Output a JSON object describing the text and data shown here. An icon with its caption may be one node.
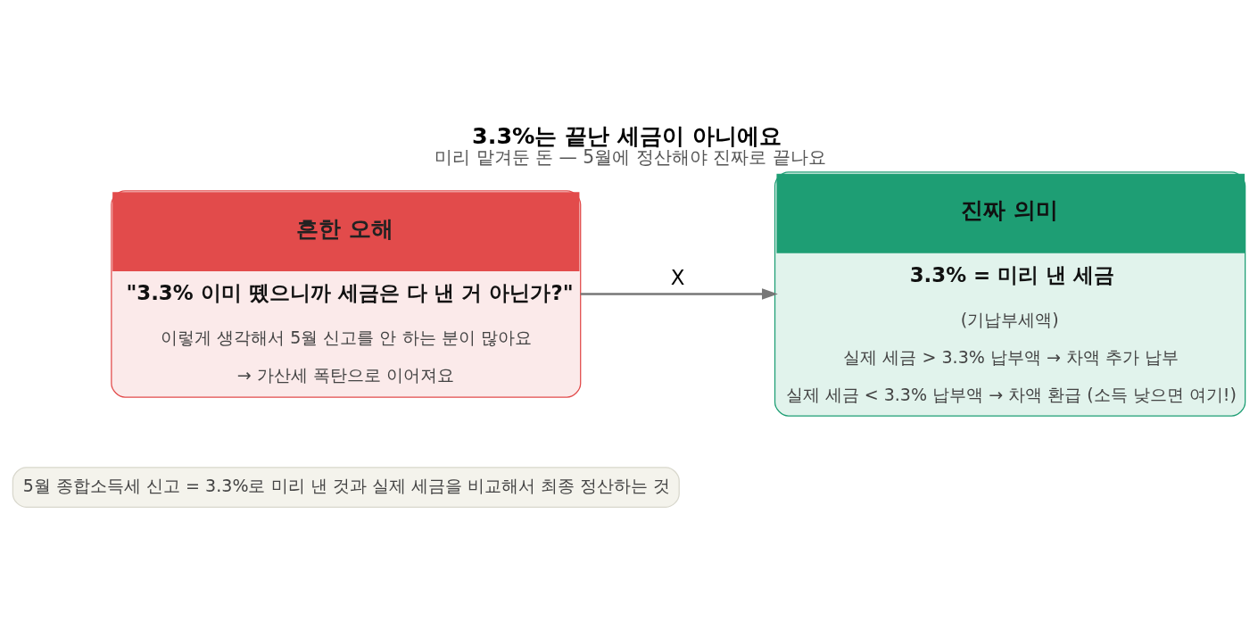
{
  "diagram": {
    "title": "3.3%는 끝난 세금이 아니에요",
    "caption": "미리 맡겨둔 돈 — 5월에 정산해야 진짜로 끝나요",
    "nodes": [
      {
        "text": [
          "흔한 오해",
          "\"3.3% 이미 뗐으니까 세금은 다 낸 거 아닌가?\"",
          "이렇게 생각해서 5월 신고를 안 하는 분이 많아요",
          "→ 가산세 폭탄으로 이어져요"
        ]
      },
      {
        "text": [
          "진짜 의미",
          "3.3% = 미리 낸 세금",
          "(기납부세액)",
          "실제 세금 > 3.3% 납부액 → 차액 추가 납부",
          "실제 세금 < 3.3% 납부액 → 차액 환급 (소득 낮으면 여기!)"
        ]
      },
      {
        "text": [
          "5월 종합소득세 신고 = 3.3%로 미리 낸 것과 실제 세금을 비교해서 최종 정산하는 것"
        ]
      }
    ],
    "edges": [
      {
        "from": 0,
        "to": 1,
        "arrow": "to",
        "label": "X"
      }
    ]
  }
}
